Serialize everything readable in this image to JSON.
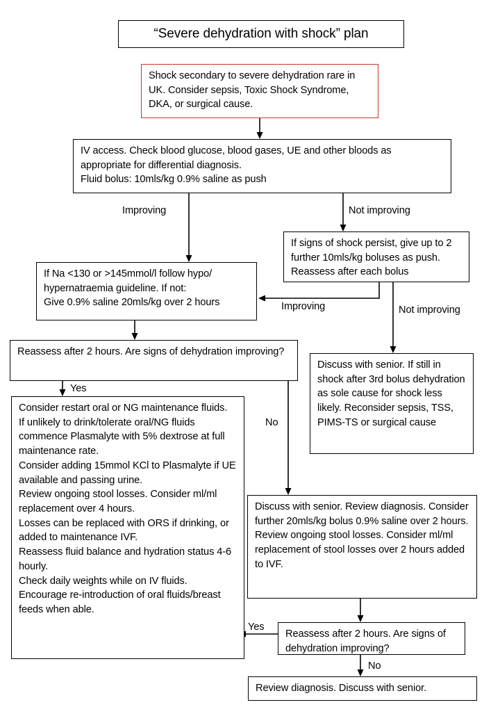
{
  "title": {
    "text": "“Severe dehydration with shock” plan"
  },
  "colors": {
    "alert_border": "#c0392b",
    "default_border": "#000000",
    "background": "#ffffff",
    "text": "#000000"
  },
  "nodes": {
    "alert": {
      "text": "Shock secondary to severe dehydration rare in UK. Consider sepsis, Toxic Shock Syndrome, DKA, or surgical cause."
    },
    "iv_access": {
      "text": "IV access. Check blood glucose, blood gases, UE and other bloods as appropriate for differential diagnosis.\nFluid bolus: 10mls/kg  0.9% saline as push"
    },
    "shock_persist": {
      "text": "If signs of shock persist, give up to 2 further 10mls/kg boluses as push. Reassess after each bolus"
    },
    "sodium_check": {
      "text": "If Na <130 or >145mmol/l follow hypo/ hypernatraemia guideline.  If not:\nGive 0.9% saline 20mls/kg over 2 hours"
    },
    "reassess_left": {
      "text": "Reassess after 2 hours. Are signs of dehydration improving?"
    },
    "maintenance_plan": {
      "text": "Consider restart oral or NG maintenance fluids.\nIf unlikely to drink/tolerate oral/NG fluids commence Plasmalyte with 5% dextrose at full maintenance rate.\nConsider adding 15mmol KCl to Plasmalyte if UE available and passing urine.\nReview ongoing stool losses.  Consider ml/ml replacement over 4 hours.\nLosses can be replaced with ORS if drinking, or added to maintenance IVF.\nReassess fluid balance and hydration status 4-6 hourly.\nCheck daily weights while on IV fluids.\nEncourage re-introduction of oral fluids/breast feeds when able."
    },
    "discuss_senior_shock": {
      "text": "Discuss with senior. If still in shock after 3rd bolus dehydration as sole cause for shock less likely. Reconsider sepsis, TSS, PIMS-TS or surgical cause"
    },
    "discuss_senior_review": {
      "text": "Discuss with senior. Review diagnosis. Consider further 20mls/kg bolus 0.9% saline over 2 hours.\nReview ongoing stool losses. Consider ml/ml replacement of stool losses over 2 hours added to IVF."
    },
    "reassess_right": {
      "text": "Reassess after 2 hours. Are signs of dehydration improving?"
    },
    "review_diagnosis": {
      "text": "Review diagnosis. Discuss with senior."
    }
  },
  "edge_labels": {
    "improving_left": "Improving",
    "not_improving_top": "Not improving",
    "improving_mid": "Improving",
    "not_improving_mid": "Not improving",
    "yes_left": "Yes",
    "no_left": "No",
    "yes_bottom": "Yes",
    "no_bottom": "No"
  },
  "chart_data": {
    "type": "diagram",
    "diagram_kind": "clinical-flowchart",
    "title": "“Severe dehydration with shock” plan",
    "edges": [
      {
        "from": "alert",
        "to": "iv_access",
        "label": ""
      },
      {
        "from": "iv_access",
        "to": "sodium_check",
        "label": "Improving"
      },
      {
        "from": "iv_access",
        "to": "shock_persist",
        "label": "Not improving"
      },
      {
        "from": "shock_persist",
        "to": "sodium_check",
        "label": "Improving"
      },
      {
        "from": "shock_persist",
        "to": "discuss_senior_shock",
        "label": "Not improving"
      },
      {
        "from": "sodium_check",
        "to": "reassess_left",
        "label": ""
      },
      {
        "from": "reassess_left",
        "to": "maintenance_plan",
        "label": "Yes"
      },
      {
        "from": "reassess_left",
        "to": "discuss_senior_review",
        "label": "No"
      },
      {
        "from": "discuss_senior_review",
        "to": "reassess_right",
        "label": ""
      },
      {
        "from": "reassess_right",
        "to": "maintenance_plan",
        "label": "Yes"
      },
      {
        "from": "reassess_right",
        "to": "review_diagnosis",
        "label": "No"
      }
    ]
  }
}
